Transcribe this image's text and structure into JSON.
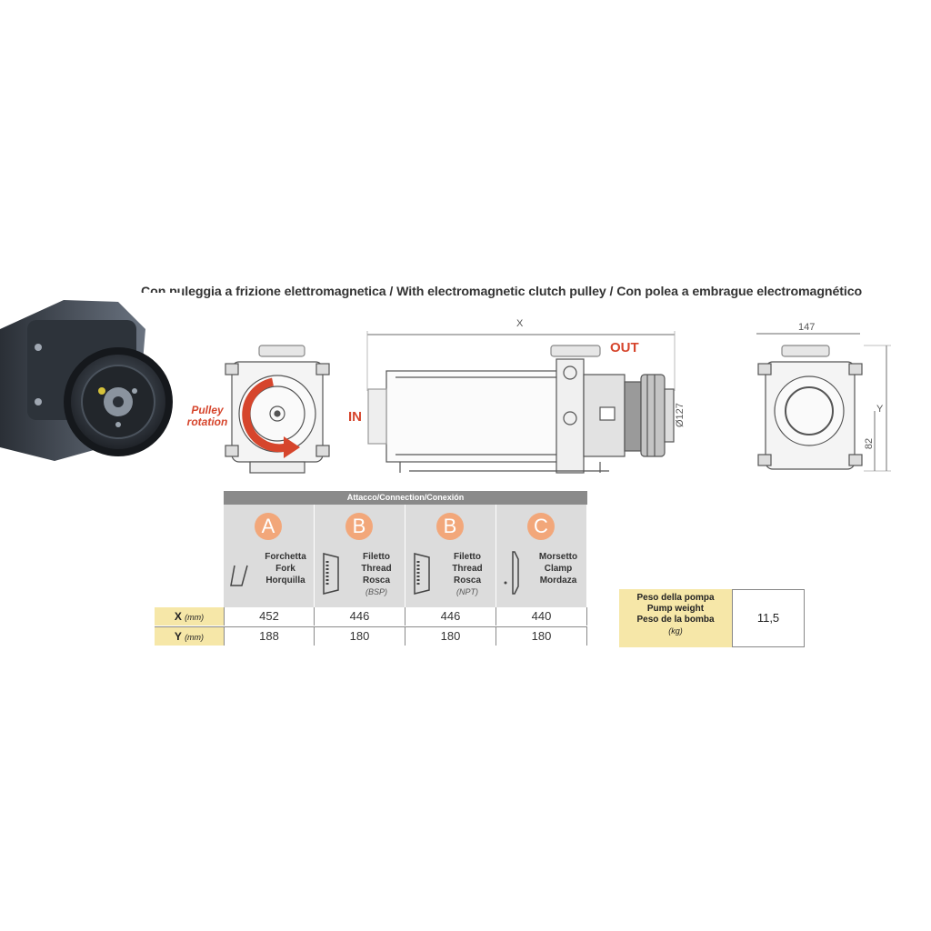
{
  "title": "Con puleggia a frizione elettromagnetica / With electromagnetic clutch pulley / Con polea a embrague electromagnético",
  "labels": {
    "pulley_rotation": "Pulley rotation",
    "in": "IN",
    "out": "OUT"
  },
  "dimensions": {
    "x": "X",
    "y": "Y",
    "width": "147",
    "height_82": "82",
    "diameter": "Ø127"
  },
  "connection_table": {
    "header": "Attacco/Connection/Conexión",
    "columns": [
      {
        "letter": "A",
        "name_it": "Forchetta",
        "name_en": "Fork",
        "name_es": "Horquilla",
        "standard": "",
        "icon": "fork-icon"
      },
      {
        "letter": "B",
        "name_it": "Filetto",
        "name_en": "Thread",
        "name_es": "Rosca",
        "standard": "(BSP)",
        "icon": "thread-icon"
      },
      {
        "letter": "B",
        "name_it": "Filetto",
        "name_en": "Thread",
        "name_es": "Rosca",
        "standard": "(NPT)",
        "icon": "thread-icon"
      },
      {
        "letter": "C",
        "name_it": "Morsetto",
        "name_en": "Clamp",
        "name_es": "Mordaza",
        "standard": "",
        "icon": "clamp-icon"
      }
    ],
    "rows": [
      {
        "label": "X",
        "unit": "(mm)",
        "values": [
          "452",
          "446",
          "446",
          "440"
        ]
      },
      {
        "label": "Y",
        "unit": "(mm)",
        "values": [
          "188",
          "180",
          "180",
          "180"
        ]
      }
    ]
  },
  "weight": {
    "label_it": "Peso della pompa",
    "label_en": "Pump weight",
    "label_es": "Peso de la bomba",
    "unit": "(kg)",
    "value": "11,5"
  },
  "colors": {
    "accent_red": "#d6452c",
    "letter_circle": "#f2a77a",
    "header_gray": "#8a8a8a",
    "cell_gray": "#dcdcdc",
    "label_yellow": "#f6e7a8"
  }
}
